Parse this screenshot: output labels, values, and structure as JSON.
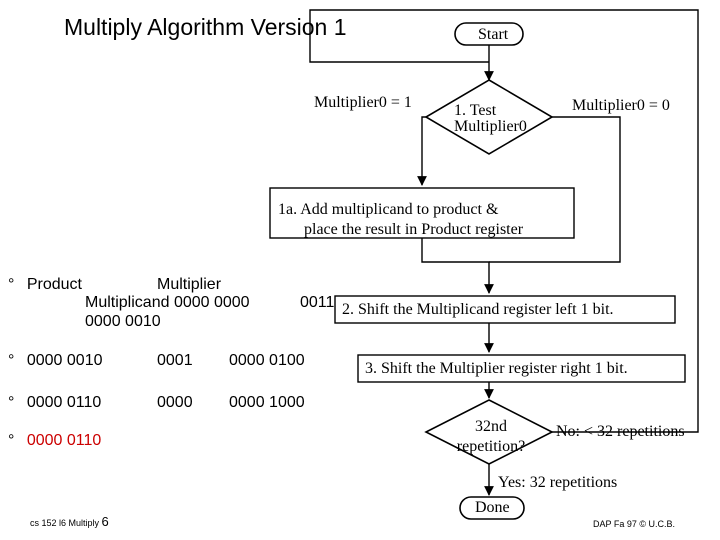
{
  "title": "Multiply Algorithm Version 1",
  "flowchart": {
    "start": "Start",
    "test_line1": "1. Test",
    "test_line2": "Multiplier0",
    "branch_left": "Multiplier0 = 1",
    "branch_right": "Multiplier0 = 0",
    "step1a_line1": "1a. Add multiplicand to product &",
    "step1a_line2": "place the result in Product register",
    "step2": "2. Shift the Multiplicand register left 1 bit.",
    "step3": "3. Shift the Multiplier register right 1 bit.",
    "decision_line1": "32nd",
    "decision_line2": "repetition?",
    "no_label": "No: < 32 repetitions",
    "yes_label": "Yes: 32 repetitions",
    "done": "Done"
  },
  "table": {
    "bullet": "°",
    "header": {
      "product": "Product",
      "multiplier": "Multiplier",
      "multiplicand_label": "Multiplicand",
      "multiplicand_value": "0000 0000",
      "multiplier_value": "0011",
      "product_value": "0000 0010"
    },
    "rows": [
      {
        "product": "0000 0010",
        "multiplier": "0001",
        "multiplicand": "0000 0100"
      },
      {
        "product": "0000 0110",
        "multiplier": "0000",
        "multiplicand": "0000 1000"
      },
      {
        "product": "0000 0110"
      }
    ],
    "last_row_color": "#cc0000"
  },
  "footer": {
    "left": "cs 152 l6 Multiply",
    "page": "6",
    "right": "DAP Fa 97 © U.C.B."
  }
}
